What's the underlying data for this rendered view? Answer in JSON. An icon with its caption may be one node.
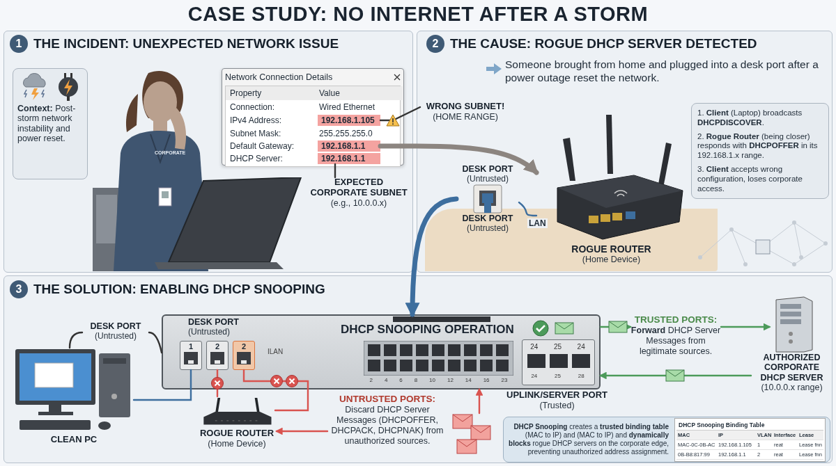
{
  "diagram": {
    "title": "CASE STUDY: NO INTERNET AFTER A STORM",
    "nodes": [
      {
        "text": [
          "**Context:** Post-storm network instability and power reset."
        ]
      },
      {
        "text": [
          "Network Connection Details"
        ]
      },
      {
        "text": [
          "192.168.1.105"
        ],
        "in": 1
      },
      {
        "text": [
          "192.168.1.1"
        ],
        "in": 1
      },
      {
        "text": [
          "192.168.1.1"
        ],
        "in": 1
      },
      {
        "text": [
          "WRONG SUBNET!",
          "(HOME RANGE)"
        ]
      },
      {
        "text": [
          "EXPECTED CORPORATE SUBNET",
          "(e.g., 10.0.0.x)"
        ]
      },
      {
        "text": [
          "DESK PORT",
          "(Untrusted)",
          "DESK PORT",
          "(Untrusted)"
        ]
      },
      {
        "text": [
          "ROGUE ROUTER",
          "(Home Device)"
        ]
      },
      {
        "text": [
          "1. **Client** (Laptop) broadcasts **DHCPDISCOVER**.",
          "2. **Rogue Router** (being closer) responds with **DHCPOFFER** in its 192.168.1.x range.",
          "3. **Client** accepts wrong configuration, loses corporate access."
        ]
      },
      {
        "text": [
          "DESK PORT",
          "(Untrusted)"
        ]
      },
      {
        "text": [
          "CLEAN PC"
        ]
      },
      {
        "text": [
          "DHCP SNOOPING OPERATION"
        ]
      },
      {
        "text": [
          "1"
        ],
        "in": 12
      },
      {
        "text": [
          "2"
        ],
        "in": 12
      },
      {
        "text": [
          "2"
        ],
        "in": 12
      },
      {
        "text": [
          "ROGUE ROUTER",
          "(Home Device)"
        ]
      },
      {
        "text": [
          "UNTRUSTED PORTS:",
          "Discard DHCP Server Messages (DHCPOFFER, DHCPACK, DHCPNAK) from unauthorized sources."
        ]
      },
      {
        "text": [
          "TRUSTED PORTS:",
          "**Forward** DHCP Server Messages from legitimate sources."
        ]
      },
      {
        "text": [
          "AUTHORIZED CORPORATE DHCP SERVER",
          "(10.0.0.x range)"
        ]
      },
      {
        "text": [
          "**DHCP Snooping** creates a **trusted binding table** (MAC to IP) and (MAC to IP) and **dynamically blocks** rogue DHCP servers on the corporate edge, preventing unauthorized address assignment."
        ]
      },
      {
        "text": [
          "DHCP Snooping Binding Table"
        ],
        "in": 20
      },
      {
        "text": [],
        "shape": "picture"
      }
    ],
    "edges": [
      {
        "from": 2,
        "to": 5,
        "arrow": "none"
      },
      {
        "from": 3,
        "to": 8,
        "arrow": "to",
        "style": "thick",
        "color": "#8c8580"
      },
      {
        "from": 4,
        "to": 6,
        "arrow": "none"
      },
      {
        "from": 7,
        "to": 8,
        "arrow": "none",
        "label": "LAN",
        "color": "#3d6e9e"
      },
      {
        "from": 7,
        "to": 12,
        "arrow": "to",
        "style": "thick",
        "color": "#3d6e9e"
      },
      {
        "from": 10,
        "to": 11,
        "arrow": "none"
      },
      {
        "from": 10,
        "to": 12,
        "arrow": "none"
      },
      {
        "from": 11,
        "to": 13,
        "arrow": "none",
        "color": "#3d6e9e"
      },
      {
        "from": 16,
        "to": 14,
        "arrow": "none",
        "color": "#d9534f"
      },
      {
        "from": 15,
        "to": 16,
        "arrow": "none",
        "color": "#d9534f"
      },
      {
        "from": 17,
        "to": 16,
        "arrow": "to",
        "color": "#d9534f"
      },
      {
        "from": 22,
        "to": 12,
        "arrow": "to",
        "color": "#d9534f"
      },
      {
        "from": 12,
        "to": 18,
        "arrow": "to",
        "color": "#4c9a5a"
      },
      {
        "from": 18,
        "to": 19,
        "arrow": "to",
        "color": "#4c9a5a"
      },
      {
        "from": 19,
        "to": 12,
        "arrow": "to",
        "color": "#4c9a5a"
      }
    ],
    "labels": [
      "1",
      "THE INCIDENT: UNEXPECTED NETWORK ISSUE",
      "2",
      "THE CAUSE: ROGUE DHCP SERVER DETECTED",
      "Property",
      "Value",
      "Connection:",
      "Wired Ethernet",
      "IPv4 Address:",
      "Subnet Mask:",
      "255.255.255.0",
      "Default Gateway:",
      "DHCP Server:",
      "CORPORATE",
      "Someone brought from home and plugged into a desk port after a power outage reset the network.",
      "3",
      "THE SOLUTION: ENABLING DHCP SNOOPING",
      "DESK PORT",
      "(Untrusted)",
      "ILAN",
      "2",
      "4",
      "6",
      "8",
      "10",
      "12",
      "14",
      "16",
      "23",
      "24",
      "25",
      "24",
      "24",
      "25",
      "28",
      "UPLINK/SERVER PORT",
      "(Trusted)",
      "MAC",
      "IP",
      "VLAN",
      "Interface",
      "Lease",
      "MAC-0C-0B-AC",
      "192.168.1.105",
      "1",
      "reat",
      "Lease fnn",
      "0B-B8:817:99",
      "192.168.1.1",
      "2",
      "reat",
      "Lease fnn"
    ]
  }
}
